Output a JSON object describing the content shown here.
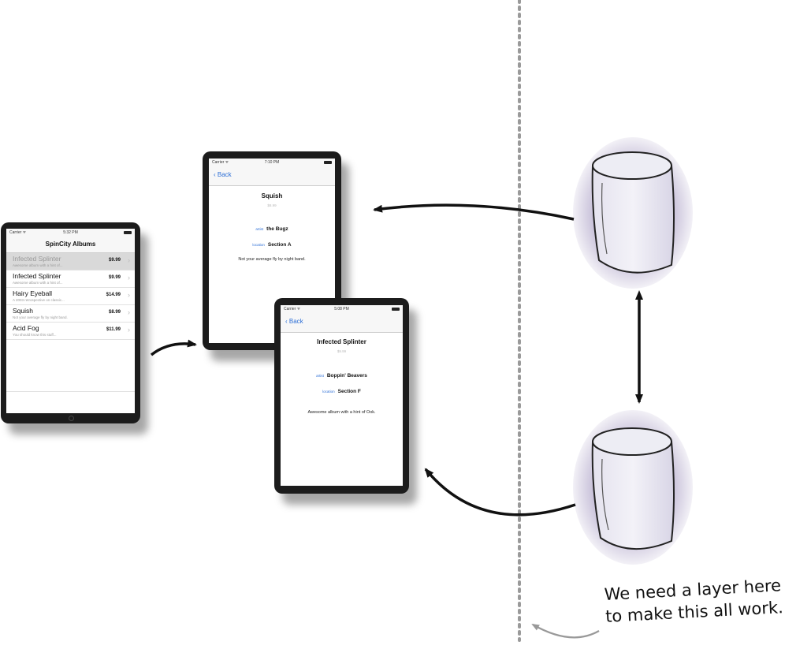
{
  "colors": {
    "divider": "#9a9a9a",
    "accent": "#2d6fd6",
    "database": "#8e7fb2"
  },
  "list_device": {
    "carrier": "Carrier ᯤ",
    "time": "5:32 PM",
    "title": "SpinCity Albums",
    "rows": [
      {
        "title": "Infected Splinter",
        "subtitle": "Awesome album with a hint of...",
        "price": "$9.99",
        "selected": true
      },
      {
        "title": "Infected Splinter",
        "subtitle": "Awesome album with a hint of...",
        "price": "$9.99",
        "selected": false
      },
      {
        "title": "Hairy Eyeball",
        "subtitle": "A 2003 retrospective on classic...",
        "price": "$14.99",
        "selected": false
      },
      {
        "title": "Squish",
        "subtitle": "Not your average fly by night band.",
        "price": "$8.99",
        "selected": false
      },
      {
        "title": "Acid Fog",
        "subtitle": "You should know this stuff...",
        "price": "$11.99",
        "selected": false
      }
    ]
  },
  "detail_device_1": {
    "carrier": "Carrier ᯤ",
    "time": "7:10 PM",
    "back": "Back",
    "title": "Squish",
    "subtitle": "$8.99",
    "artist_key": "artist",
    "artist": "the Bugz",
    "location_key": "location",
    "location": "Section A",
    "description": "Not your average fly by night band."
  },
  "detail_device_2": {
    "carrier": "Carrier ᯤ",
    "time": "5:08 PM",
    "back": "Back",
    "title": "Infected Splinter",
    "subtitle": "$9.99",
    "artist_key": "artist",
    "artist": "Boppin' Beavers",
    "location_key": "location",
    "location": "Section F",
    "description": "Awesome album with a hint of Ook."
  },
  "note": {
    "line1": "We need a layer here",
    "line2": "to make this all work."
  }
}
